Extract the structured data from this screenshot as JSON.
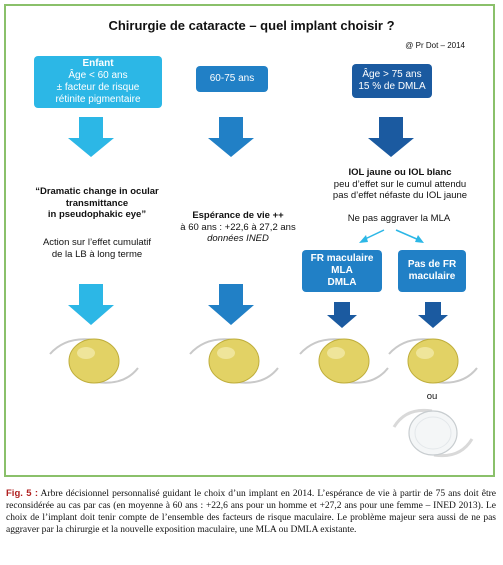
{
  "title": "Chirurgie de cataracte – quel implant choisir ?",
  "credit": "@ Pr Dot – 2014",
  "colors": {
    "light_blue": "#2cb7e6",
    "mid_blue": "#2180c6",
    "dark_blue": "#1b5aa0",
    "border_green": "#8ac06a",
    "lens_yellow": "#e2d265"
  },
  "col1": {
    "box": [
      "Enfant",
      "Âge < 60 ans",
      "± facteur de risque",
      "rétinite pigmentaire"
    ],
    "quote": [
      "“Dramatic change in ocular",
      "transmittance",
      "in pseudophakic eye”"
    ],
    "action": [
      "Action sur l’effet cumulatif",
      "de la LB à long terme"
    ]
  },
  "col2": {
    "box": [
      "60-75 ans"
    ],
    "life_title": "Espérance de vie ++",
    "life_line": "à 60 ans : +22,6 à 27,2 ans",
    "life_source": "données INED"
  },
  "col3": {
    "box": [
      "Âge > 75 ans",
      "15 % de DMLA"
    ],
    "iol_title": "IOL jaune ou IOL blanc",
    "iol_lines": [
      "peu d’effet sur le cumul attendu",
      "pas d’effet néfaste du IOL jaune"
    ],
    "no_aggravate": "Ne pas aggraver la MLA",
    "fr_box": [
      "FR maculaire",
      "MLA",
      "DMLA"
    ],
    "no_fr_box": [
      "Pas de FR",
      "maculaire"
    ],
    "or_label": "ou"
  },
  "caption": {
    "label": "Fig. 5 :",
    "text": "Arbre décisionnel personnalisé guidant le choix d’un implant en 2014. L’espérance de vie à partir de 75 ans doit être reconsidérée au cas par cas (en moyenne à 60 ans : +22,6 ans pour un homme et +27,2 ans pour une femme – INED 2013). Le choix de l’implant doit tenir compte de l’ensemble des facteurs de risque maculaire. Le problème majeur sera aussi de ne pas aggraver par la chirurgie et la nouvelle exposition maculaire, une MLA ou DMLA existante."
  }
}
